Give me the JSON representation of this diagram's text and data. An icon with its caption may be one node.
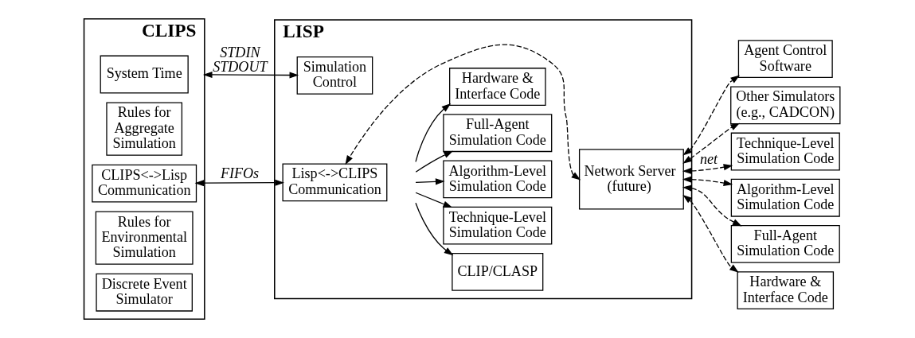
{
  "diagram": {
    "nodes": [
      {
        "text": [
          "CLIPS"
        ]
      },
      {
        "text": [
          "System Time"
        ],
        "in": 0
      },
      {
        "text": [
          "Rules for Aggregate Simulation"
        ],
        "in": 0
      },
      {
        "text": [
          "CLIPS<->Lisp Communication"
        ],
        "in": 0
      },
      {
        "text": [
          "Rules for Environmental Simulation"
        ],
        "in": 0
      },
      {
        "text": [
          "Discrete Event Simulator"
        ],
        "in": 0
      },
      {
        "text": [
          "LISP"
        ]
      },
      {
        "text": [
          "Simulation Control"
        ],
        "in": 6
      },
      {
        "text": [
          "CLIP/CLASP"
        ],
        "in": 6
      },
      {
        "text": [
          "Technique-Level Simulation Code"
        ],
        "in": 6
      },
      {
        "text": [
          "Lisp<->CLIPS Communication"
        ],
        "in": 6
      },
      {
        "text": [
          "Algorithm-Level Simulation Code"
        ],
        "in": 6
      },
      {
        "text": [
          "Full-Agent Simulation Code"
        ],
        "in": 6
      },
      {
        "text": [
          "Hardware & Interface Code"
        ],
        "in": 6
      },
      {
        "text": [
          "Network Server (future)"
        ],
        "in": 6
      },
      {
        "text": [
          "Agent Control Software"
        ]
      },
      {
        "text": [
          "Other Simulators (e.g., CADCON)"
        ]
      },
      {
        "text": [
          "Technique-Level Simulation Code"
        ]
      },
      {
        "text": [
          "Algorithm-Level Simulation Code"
        ]
      },
      {
        "text": [
          "Full-Agent Simulation Code"
        ]
      },
      {
        "text": [
          "Hardware & Interface Code"
        ]
      }
    ],
    "edges": [
      {
        "from": 0,
        "to": 7,
        "arrow": "both",
        "label": "STDIN STDOUT"
      },
      {
        "from": 3,
        "to": 10,
        "arrow": "both",
        "label": "FIFOs"
      },
      {
        "from": null,
        "to": 8,
        "arrow": "to"
      },
      {
        "from": null,
        "to": 9,
        "arrow": "to"
      },
      {
        "from": null,
        "to": 11,
        "arrow": "to"
      },
      {
        "from": null,
        "to": 12,
        "arrow": "to"
      },
      {
        "from": null,
        "to": 13,
        "arrow": "to"
      },
      {
        "from": 14,
        "to": 10,
        "arrow": "both",
        "style": "dashed"
      },
      {
        "from": 14,
        "to": 15,
        "arrow": "both",
        "style": "dashed"
      },
      {
        "from": 14,
        "to": 16,
        "arrow": "both",
        "style": "dashed"
      },
      {
        "from": 14,
        "to": 17,
        "arrow": "both",
        "style": "dashed",
        "label": "net"
      },
      {
        "from": 14,
        "to": 18,
        "arrow": "both",
        "style": "dashed"
      },
      {
        "from": 14,
        "to": 19,
        "arrow": "both",
        "style": "dashed"
      },
      {
        "from": 14,
        "to": 20,
        "arrow": "both",
        "style": "dashed"
      }
    ]
  }
}
